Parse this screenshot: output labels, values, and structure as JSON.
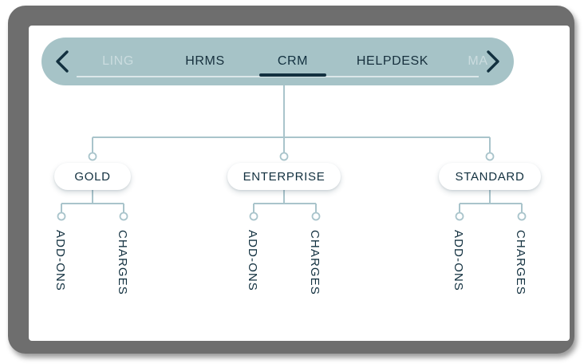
{
  "colors": {
    "frame": "#6e6e6e",
    "panel": "#ffffff",
    "tab_bar": "#a6c3c7",
    "accent_dark": "#12303f",
    "connector": "#a9c4cb",
    "tab_faded": "#cbdcdf"
  },
  "tabs": {
    "prev_label": "chevron-left",
    "next_label": "chevron-right",
    "items": [
      {
        "label": "LING",
        "state": "faded-cut-left"
      },
      {
        "label": "HRMS",
        "state": "normal"
      },
      {
        "label": "CRM",
        "state": "active"
      },
      {
        "label": "HELPDESK",
        "state": "normal"
      },
      {
        "label": "MA",
        "state": "faded-cut-right"
      }
    ],
    "active_index": 2
  },
  "tree": {
    "root_label": "CRM",
    "nodes": [
      {
        "label": "GOLD",
        "children": [
          {
            "label": "ADD-ONS"
          },
          {
            "label": "CHARGES"
          }
        ]
      },
      {
        "label": "ENTERPRISE",
        "children": [
          {
            "label": "ADD-ONS"
          },
          {
            "label": "CHARGES"
          }
        ]
      },
      {
        "label": "STANDARD",
        "children": [
          {
            "label": "ADD-ONS"
          },
          {
            "label": "CHARGES"
          }
        ]
      }
    ]
  }
}
